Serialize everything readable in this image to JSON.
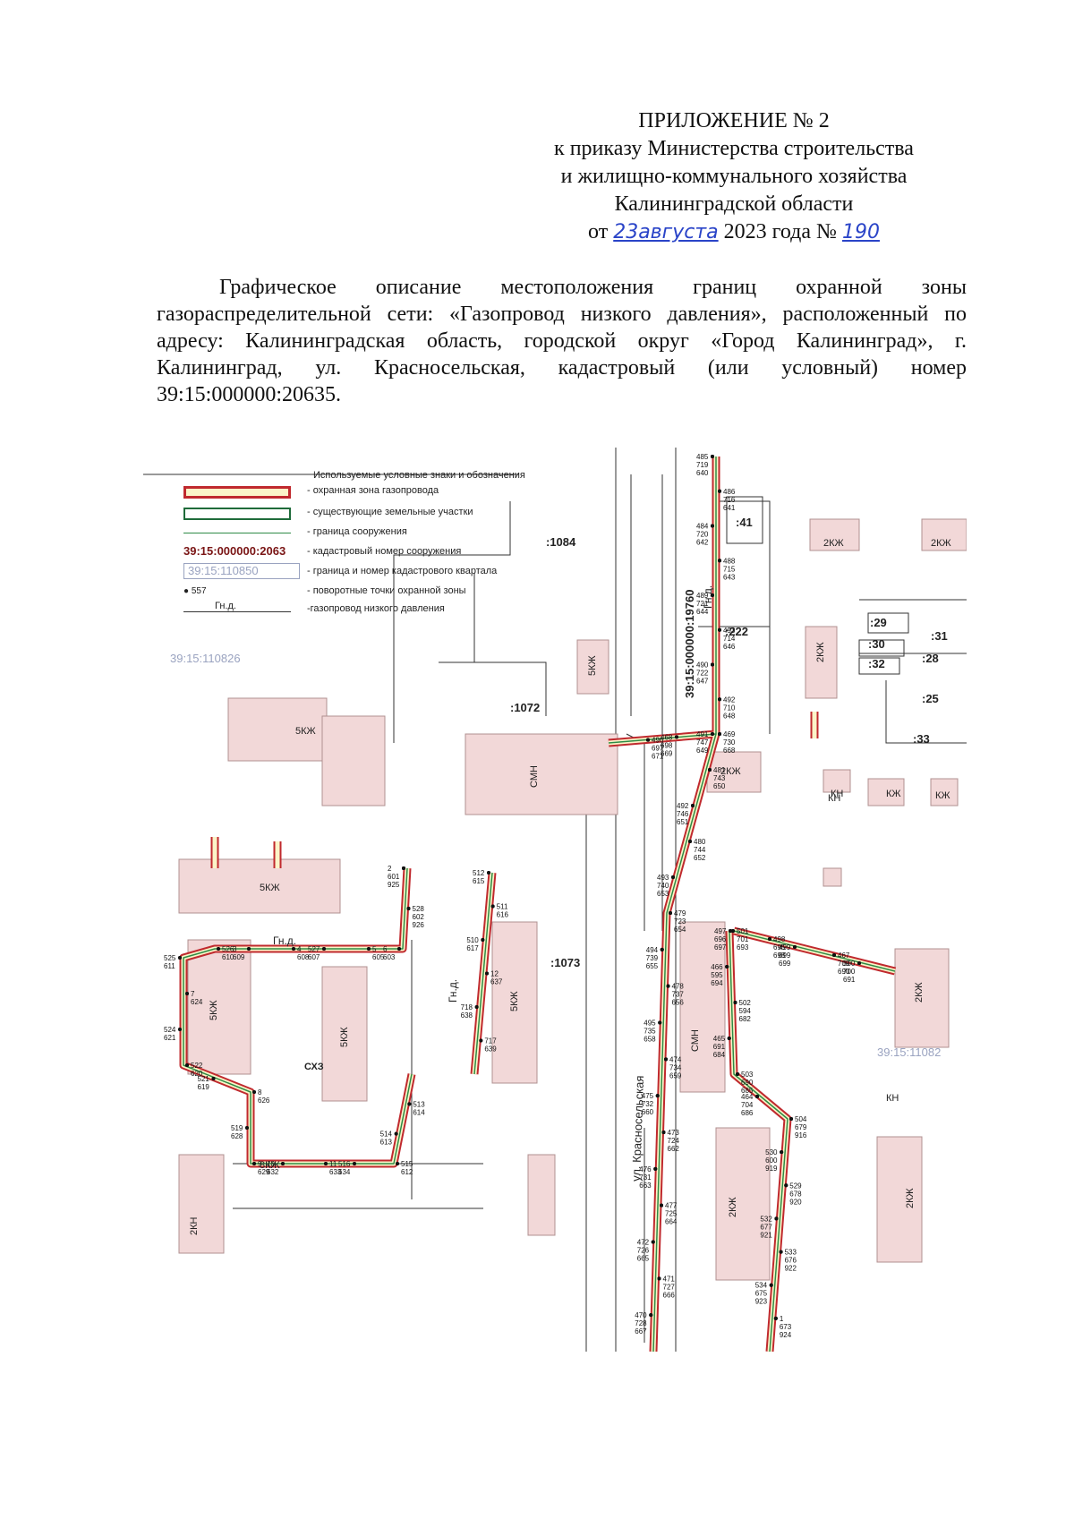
{
  "header": {
    "line1": "ПРИЛОЖЕНИЕ № 2",
    "line2": "к приказу Министерства строительства",
    "line3": "и жилищно-коммунального хозяйства",
    "line4": "Калининградской области",
    "date_prefix": "от",
    "date_handwritten": "23августа",
    "date_year": "2023 года №",
    "number_handwritten": "190"
  },
  "description": "Графическое описание местоположения границ охранной зоны газораспределительной сети: «Газопровод низкого давления», расположенный по адресу: Калининградская область, городской округ «Город Калининград», г. Калининград, ул. Красносельская, кадастровый (или условный) номер 39:15:000000:20635.",
  "legend": {
    "title": "Используемые условные знаки и обозначения",
    "items": [
      {
        "symbol": "zone",
        "label": "- охранная зона газопровода"
      },
      {
        "symbol": "land",
        "label": "- существующие земельные участки"
      },
      {
        "symbol": "struct",
        "label": "- граница сооружения"
      },
      {
        "symbol": "cad",
        "sample": "39:15:000000:2063",
        "label": "- кадастровый номер сооружения"
      },
      {
        "symbol": "block",
        "sample": "39:15:110850",
        "label": "- граница и номер  кадастрового квартала"
      },
      {
        "symbol": "point",
        "sample": "557",
        "label": "- поворотные точки охранной зоны"
      },
      {
        "symbol": "pipe",
        "sample": "Гн.д.",
        "label": "-газопровод низкого давления"
      }
    ]
  },
  "map": {
    "colors": {
      "zone": "#c0292e",
      "zone_fill": "#fbf4c8",
      "pipe": "#2e8b46",
      "building": "#f2d8d8",
      "building_edge": "#b09090",
      "line": "#333333",
      "block_text": "#9aa3c0"
    },
    "street": "ул. Красносельская",
    "cadastral_road": "39:15:000000:19760",
    "blocks": [
      "39:15:110826",
      "39:15:11082"
    ],
    "parcels": [
      ":1084",
      ":41",
      ":222",
      ":1072",
      ":1073",
      ":29",
      ":30",
      ":32",
      ":31",
      ":28",
      ":25",
      ":33"
    ],
    "building_labels": [
      "5КЖ",
      "5КЖ",
      "5КЖ",
      "5КЖ",
      "5КЖ",
      "5КЖ",
      "СМН",
      "СМН",
      "2КЖ",
      "2КЖ",
      "2КЖ",
      "2КЖ",
      "2КЖ",
      "2КЖ",
      "2КЖ",
      "КЖ",
      "КЖ",
      "КН",
      "КН",
      "КН",
      "8КЖ",
      "2КН",
      "СХЗ"
    ],
    "pipe_labels": [
      "Гн.д.",
      "Гн.д.",
      "Гн.д."
    ],
    "point_labels": [
      "485",
      "486",
      "484",
      "488",
      "489",
      "493",
      "490",
      "492",
      "491",
      "481",
      "492",
      "480",
      "493",
      "479",
      "494",
      "478",
      "495",
      "474",
      "475",
      "473",
      "476",
      "477",
      "472",
      "471",
      "470",
      "469",
      "468",
      "496",
      "497",
      "498",
      "499",
      "467",
      "500",
      "501",
      "466",
      "502",
      "465",
      "503",
      "464",
      "504",
      "530",
      "529",
      "532",
      "533",
      "534",
      "1",
      "2",
      "528",
      "6",
      "5",
      "527",
      "4",
      "3",
      "526",
      "525",
      "7",
      "524",
      "522",
      "521",
      "8",
      "519",
      "9",
      "10",
      "11",
      "516",
      "515",
      "514",
      "513",
      "512",
      "511",
      "510",
      "12",
      "718",
      "717",
      "719",
      "716",
      "720",
      "715",
      "721",
      "714",
      "722",
      "710",
      "747",
      "743",
      "746",
      "744",
      "740",
      "723",
      "739",
      "737",
      "735",
      "734",
      "732",
      "724",
      "731",
      "725",
      "726",
      "727",
      "728",
      "730",
      "698",
      "697",
      "696",
      "695",
      "699",
      "709",
      "700",
      "701",
      "595",
      "594",
      "691",
      "690",
      "704",
      "679",
      "600",
      "678",
      "677",
      "676",
      "675",
      "673",
      "601",
      "602",
      "603",
      "605",
      "607",
      "608",
      "609",
      "610",
      "611",
      "624",
      "621",
      "620",
      "619",
      "626",
      "628",
      "629",
      "632",
      "633",
      "634",
      "612",
      "613",
      "614",
      "615",
      "616",
      "617",
      "637",
      "638",
      "639",
      "640",
      "641",
      "642",
      "643",
      "644",
      "646",
      "647",
      "648",
      "649",
      "650",
      "651",
      "652",
      "653",
      "654",
      "655",
      "656",
      "658",
      "659",
      "660",
      "662",
      "663",
      "664",
      "665",
      "666",
      "667",
      "668",
      "669",
      "671",
      "697",
      "698",
      "699",
      "690",
      "691",
      "693",
      "694",
      "682",
      "684",
      "685",
      "686",
      "916",
      "919",
      "920",
      "921",
      "922",
      "923",
      "924",
      "925",
      "926"
    ]
  }
}
